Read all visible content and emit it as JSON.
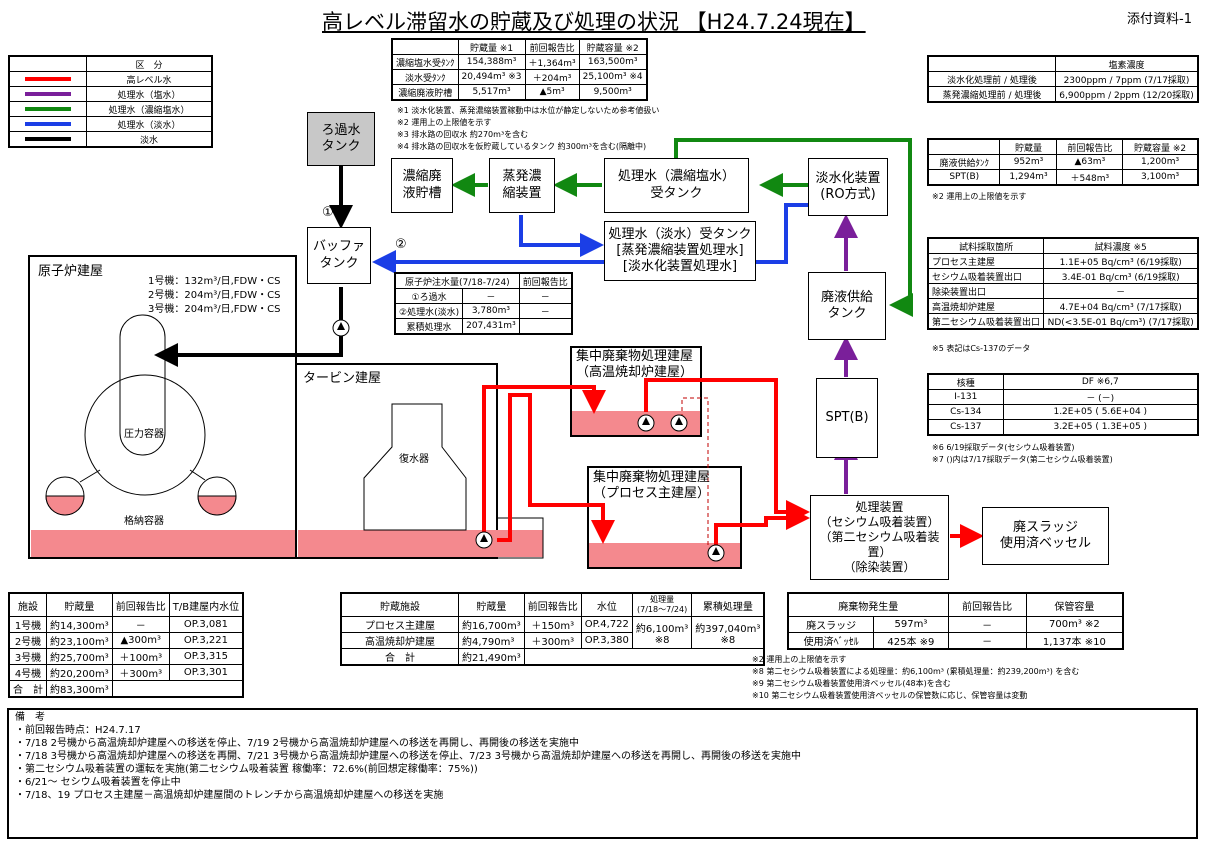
{
  "title": "高レベル滞留水の貯蔵及び処理の状況 【H24.7.24現在】",
  "attachment": "添付資料-1",
  "legend": {
    "header": "区　分",
    "items": [
      {
        "label": "高レベル水",
        "color": "#ff0000"
      },
      {
        "label": "処理水（塩水）",
        "color": "#7a1f9a"
      },
      {
        "label": "処理水（濃縮塩水）",
        "color": "#118811"
      },
      {
        "label": "処理水（淡水）",
        "color": "#1b3ee6"
      },
      {
        "label": "淡水",
        "color": "#000000"
      }
    ]
  },
  "storage_table": {
    "headers": [
      "貯蔵量 ※1",
      "前回報告比",
      "貯蔵容量 ※2"
    ],
    "rows": [
      [
        "濃縮塩水受ﾀﾝｸ",
        "154,388m³",
        "＋1,364m³",
        "163,500m³"
      ],
      [
        "淡水受ﾀﾝｸ",
        "20,494m³ ※3",
        "＋204m³",
        "25,100m³ ※4"
      ],
      [
        "濃縮廃液貯槽",
        "5,517m³",
        "▲5m³",
        "9,500m³"
      ]
    ],
    "notes": [
      "※1 淡水化装置、蒸発濃縮装置稼動中は水位が静定しないため参考値扱い",
      "※2 運用上の上限値を示す",
      "※3 排水路の回収水 約270m³を含む",
      "※4 排水路の回収水を仮貯蔵しているタンク 約300m³を含む(隔離中)"
    ]
  },
  "salt_table": {
    "header": "塩素濃度",
    "rows": [
      [
        "淡水化処理前 / 処理後",
        "2300ppm / 7ppm (7/17採取)"
      ],
      [
        "蒸発濃縮処理前 / 処理後",
        "6,900ppm / 2ppm (12/20採取)"
      ]
    ]
  },
  "supply_table": {
    "headers": [
      "貯蔵量",
      "前回報告比",
      "貯蔵容量 ※2"
    ],
    "rows": [
      [
        "廃液供給ﾀﾝｸ",
        "952m³",
        "▲63m³",
        "1,200m³"
      ],
      [
        "SPT(B)",
        "1,294m³",
        "＋548m³",
        "3,100m³"
      ]
    ],
    "note": "※2 運用上の上限値を示す"
  },
  "sample_table": {
    "headers": [
      "試料採取箇所",
      "試料濃度 ※5"
    ],
    "rows": [
      [
        "プロセス主建屋",
        "1.1E+05 Bq/cm³ (6/19採取)"
      ],
      [
        "セシウム吸着装置出口",
        "3.4E-01 Bq/cm³ (6/19採取)"
      ],
      [
        "除染装置出口",
        "－"
      ],
      [
        "高温焼却炉建屋",
        "4.7E+04 Bq/cm³ (7/17採取)"
      ],
      [
        "第二セシウム吸着装置出口",
        "ND(<3.5E-01 Bq/cm³) (7/17採取)"
      ]
    ],
    "note": "※5 表記はCs-137のデータ"
  },
  "df_table": {
    "headers": [
      "核種",
      "DF ※6,7"
    ],
    "rows": [
      [
        "I-131",
        "－ (－)"
      ],
      [
        "Cs-134",
        "1.2E+05 ( 5.6E+04 )"
      ],
      [
        "Cs-137",
        "3.2E+05 ( 1.3E+05 )"
      ]
    ],
    "notes": [
      "※6 6/19採取データ(セシウム吸着装置)",
      "※7 ()内は7/17採取データ(第二セシウム吸着装置)"
    ]
  },
  "reactor_water_table": {
    "headers": [
      "原子炉注水量(7/18-7/24)",
      "前回報告比"
    ],
    "rows": [
      [
        "①ろ過水",
        "－",
        "－"
      ],
      [
        "②処理水(淡水)",
        "3,780m³",
        "－"
      ],
      [
        "累積処理水",
        "207,431m³",
        ""
      ]
    ]
  },
  "diagram": {
    "filtered_tank": "ろ過水\nタンク",
    "concentrated_tank": "濃縮廃\n液貯槽",
    "evaporator": "蒸発濃\n縮装置",
    "salt_receive_tank": "処理水（濃縮塩水）\n受タンク",
    "ro_unit": "淡水化装置\n(RO方式)",
    "fresh_tank_title": "処理水（淡水）受タンク",
    "fresh_tank_sub1": "[蒸発濃縮装置処理水]",
    "fresh_tank_sub2": "[淡水化装置処理水]",
    "buffer_tank": "バッファ\nタンク",
    "circle1": "①",
    "circle2": "②",
    "reactor_building": "原子炉建屋",
    "flow_notes": [
      "1号機：132m³/日,FDW・CS",
      "2号機：204m³/日,FDW・CS",
      "3号機：204m³/日,FDW・CS"
    ],
    "pressure_vessel": "圧力容器",
    "containment": "格納容器",
    "turbine_building": "タービン建屋",
    "condenser": "復水器",
    "waste_supply_tank": "廃液供給\nタンク",
    "spt": "SPT(B)",
    "incinerator_building": "集中廃棄物処理建屋\n（高温焼却炉建屋）",
    "process_building": "集中廃棄物処理建屋\n（プロセス主建屋）",
    "treatment_unit": "処理装置\n（セシウム吸着装置）\n（第二セシウム吸着装置）\n（除染装置）",
    "sludge": "廃スラッジ\n使用済ベッセル"
  },
  "unit_table": {
    "headers": [
      "施設",
      "貯蔵量",
      "前回報告比",
      "T/B建屋内水位"
    ],
    "rows": [
      [
        "1号機",
        "約14,300m³",
        "－",
        "OP.3,081"
      ],
      [
        "2号機",
        "約23,100m³",
        "▲300m³",
        "OP.3,221"
      ],
      [
        "3号機",
        "約25,700m³",
        "＋100m³",
        "OP.3,315"
      ],
      [
        "4号機",
        "約20,200m³",
        "＋300m³",
        "OP.3,301"
      ]
    ],
    "total_label": "合　計",
    "total_value": "約83,300m³"
  },
  "facility_table": {
    "headers": [
      "貯蔵施設",
      "貯蔵量",
      "前回報告比",
      "水位",
      "処理量\n(7/18～7/24)",
      "累積処理量"
    ],
    "rows": [
      [
        "プロセス主建屋",
        "約16,700m³",
        "＋150m³",
        "OP.4,722"
      ],
      [
        "高温焼却炉建屋",
        "約4,790m³",
        "＋300m³",
        "OP.3,380"
      ]
    ],
    "processed": "約6,100m³\n※8",
    "cumulative": "約397,040m³\n※8",
    "total_label": "合　計",
    "total_value": "約21,490m³"
  },
  "waste_table": {
    "headers": [
      "廃棄物発生量",
      "前回報告比",
      "保管容量"
    ],
    "rows": [
      [
        "廃スラッジ",
        "597m³",
        "－",
        "700m³ ※2"
      ],
      [
        "使用済ﾍﾞｯｾﾙ",
        "425本 ※9",
        "－",
        "1,137本 ※10"
      ]
    ],
    "notes": [
      "※2 運用上の上限値を示す",
      "※8 第二セシウム吸着装置による処理量：約6,100m³ (累積処理量：約239,200m³) を含む",
      "※9 第二セシウム吸着装置使用済ベッセル(48本)を含む",
      "※10 第二セシウム吸着装置使用済ベッセルの保管数に応じ、保管容量は変動"
    ]
  },
  "remarks": {
    "header": "備　考",
    "lines": [
      "・前回報告時点：H24.7.17",
      "・7/18 2号機から高温焼却炉建屋への移送を停止、7/19 2号機から高温焼却炉建屋への移送を再開し、再開後の移送を実施中",
      "・7/18 3号機から高温焼却炉建屋への移送を再開、7/21 3号機から高温焼却炉建屋への移送を停止、7/23 3号機から高温焼却炉建屋への移送を再開し、再開後の移送を実施中",
      "・第二セシウム吸着装置の運転を実施(第二セシウム吸着装置 稼働率：72.6%(前回想定稼働率：75%))",
      "・6/21～ セシウム吸着装置を停止中",
      "・7/18、19 プロセス主建屋－高温焼却炉建屋間のトレンチから高温焼却炉建屋への移送を実施"
    ]
  }
}
